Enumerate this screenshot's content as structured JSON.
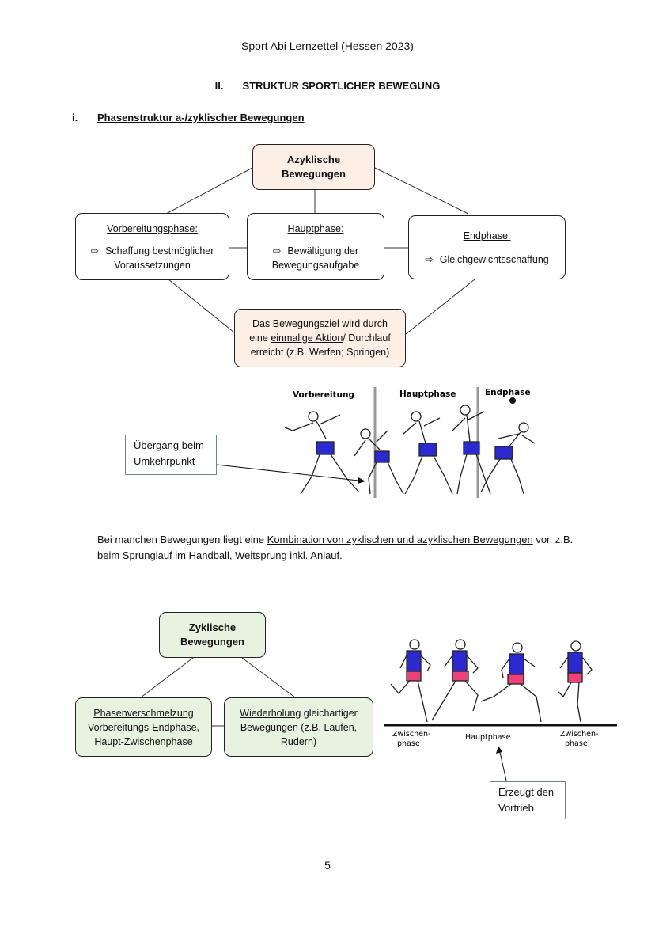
{
  "header": "Sport Abi Lernzettel (Hessen 2023)",
  "section": {
    "num": "II.",
    "title": "STRUKTUR SPORTLICHER BEWEGUNG"
  },
  "subsection": {
    "num": "i.",
    "title": "Phasenstruktur a-/zyklischer Bewegungen"
  },
  "azyklisch": {
    "top_line1": "Azyklische",
    "top_line2": "Bewegungen",
    "vorbereitung": {
      "title": "Vorbereitungsphase:",
      "arrow": "⇨",
      "line1": "Schaffung bestmöglicher",
      "line2": "Voraussetzungen"
    },
    "haupt": {
      "title": "Hauptphase:",
      "arrow": "⇨",
      "line1": "Bewältigung der",
      "line2": "Bewegungsaufgabe"
    },
    "end": {
      "title": "Endphase:",
      "arrow": "⇨",
      "line1": "Gleichgewichtsschaffung"
    },
    "ziel": {
      "line1": "Das Bewegungsziel wird durch",
      "pre": "eine ",
      "underlined": "einmalige Aktion",
      "post": "/ Durchlauf",
      "line3": "erreicht (z.B. Werfen; Springen)"
    }
  },
  "shotput_figure": {
    "labels": [
      "Vorbereitung",
      "Hauptphase",
      "Endphase"
    ],
    "callout_line1": "Übergang beim",
    "callout_line2": "Umkehrpunkt"
  },
  "paragraph": {
    "pre": "Bei manchen Bewegungen liegt eine ",
    "underlined": "Kombination von zyklischen und azyklischen Bewegungen",
    "post": " vor, z.B. beim Sprunglauf im Handball, Weitsprung inkl. Anlauf."
  },
  "zyklisch": {
    "top_line1": "Zyklische",
    "top_line2": "Bewegungen",
    "left": {
      "underlined": "Phasenverschmelzung",
      "line2": "Vorbereitungs-Endphase,",
      "line3": "Haupt-Zwischenphase"
    },
    "right": {
      "underlined": "Wiederholung",
      "rest1": " gleichartiger",
      "line2": "Bewegungen (z.B. Laufen,",
      "line3": "Rudern)"
    }
  },
  "running_figure": {
    "label_left_1": "Zwischen-",
    "label_left_2": "phase",
    "label_mid": "Hauptphase",
    "label_right_1": "Zwischen-",
    "label_right_2": "phase",
    "callout_line1": "Erzeugt den",
    "callout_line2": "Vortrieb"
  },
  "page_number": "5",
  "colors": {
    "pink_box": "#fdeee6",
    "green_box": "#e7f2e1",
    "shorts_blue": "#2a2ad0",
    "shorts_pink": "#f0407a"
  }
}
